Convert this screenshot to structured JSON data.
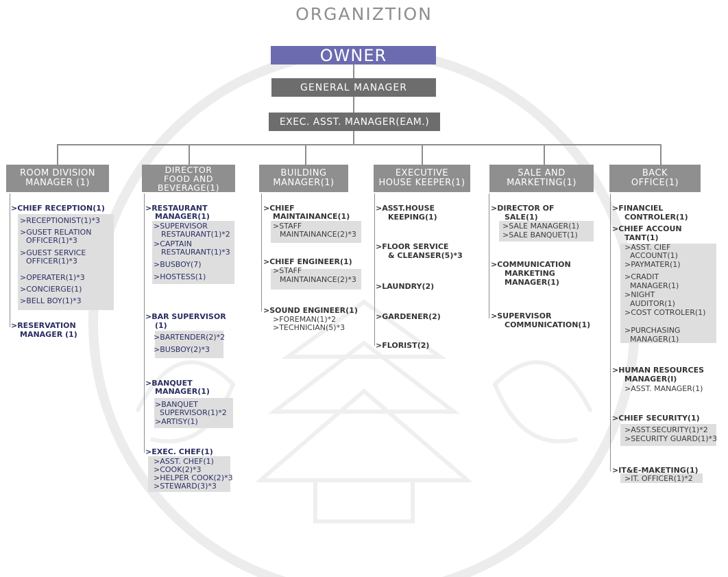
{
  "title": "ORGANIZTION",
  "top": {
    "owner": "OWNER",
    "general_manager": "GENERAL MANAGER",
    "eam": "EXEC. ASST. MANAGER(EAM.)"
  },
  "departments": [
    {
      "line1": "ROOM DIVISION",
      "line2": "MANAGER (1)"
    },
    {
      "line1": "DIRECTOR",
      "line2": "FOOD AND",
      "line3": "BEVERAGE(1)"
    },
    {
      "line1": "BUILDING",
      "line2": "MANAGER(1)"
    },
    {
      "line1": "EXECUTIVE",
      "line2": "HOUSE KEEPER(1)"
    },
    {
      "line1": "SALE AND",
      "line2": "MARKETING(1)"
    },
    {
      "line1": "BACK",
      "line2": "OFFICE(1)"
    }
  ],
  "room": [
    ">CHIEF RECEPTION(1)",
    ">RECEPTIONIST(1)*3",
    ">GUSET RELATION",
    "OFFICER(1)*3",
    ">GUEST SERVICE",
    "OFFICER(1)*3",
    ">OPERATER(1)*3",
    ">CONCIERGE(1)",
    ">BELL BOY(1)*3",
    ">RESERVATION",
    "MANAGER (1)"
  ],
  "fb": [
    ">RESTAURANT",
    "MANAGER(1)",
    ">SUPERVISOR",
    "RESTAURANT(1)*2",
    ">CAPTAIN",
    "RESTAURANT(1)*3",
    ">BUSBOY(7)",
    ">HOSTESS(1)",
    ">BAR SUPERVISOR",
    "(1)",
    ">BARTENDER(2)*2",
    ">BUSBOY(2)*3",
    ">BANQUET",
    "MANAGER(1)",
    ">BANQUET",
    "SUPERVISOR(1)*2",
    ">ARTISY(1)",
    ">EXEC. CHEF(1)",
    ">ASST. CHEF(1)",
    ">COOK(2)*3",
    ">HELPER COOK(2)*3",
    ">STEWARD(3)*3"
  ],
  "building": [
    ">CHIEF",
    "MAINTAINANCE(1)",
    ">STAFF",
    "MAINTAINANCE(2)*3",
    ">CHIEF ENGINEER(1)",
    ">STAFF",
    "MAINTAINANCE(2)*3",
    ">SOUND ENGINEER(1)",
    ">FOREMAN(1)*2",
    ">TECHNICIAN(5)*3"
  ],
  "housekeeping": [
    ">ASST.HOUSE",
    "KEEPING(1)",
    ">FLOOR SERVICE",
    "& CLEANSER(5)*3",
    ">LAUNDRY(2)",
    ">GARDENER(2)",
    ">FLORIST(2)"
  ],
  "sales": [
    ">DIRECTOR OF",
    "SALE(1)",
    ">SALE MANAGER(1)",
    ">SALE BANQUET(1)",
    ">COMMUNICATION",
    "MARKETING",
    "MANAGER(1)",
    ">SUPERVISOR",
    "COMMUNICATION(1)"
  ],
  "backoffice": [
    ">FINANCIEL",
    "CONTROLER(1)",
    ">CHIEF ACCOUN",
    "TANT(1)",
    ">ASST. CIEF",
    "ACCOUNT(1)",
    ">PAYMATER(1)",
    ">CRADIT",
    "MANAGER(1)",
    ">NIGHT",
    "AUDITOR(1)",
    ">COST COTROLER(1)",
    ">PURCHASING",
    "MANAGER(1)",
    ">HUMAN RESOURCES",
    "MANAGER(I)",
    ">ASST. MANAGER(1)",
    ">CHIEF SECURITY(1)",
    ">ASST.SECURITY(1)*2",
    ">SECURITY GUARD(1)*3",
    ">IT&E-MAKETING(1)",
    ">IT. OFFICER(1)*2"
  ],
  "colors": {
    "owner": "#6c6bb0",
    "manager": "#6d6d6d",
    "dept": "#8f8f8f",
    "item_blue": "#2b2f66"
  }
}
